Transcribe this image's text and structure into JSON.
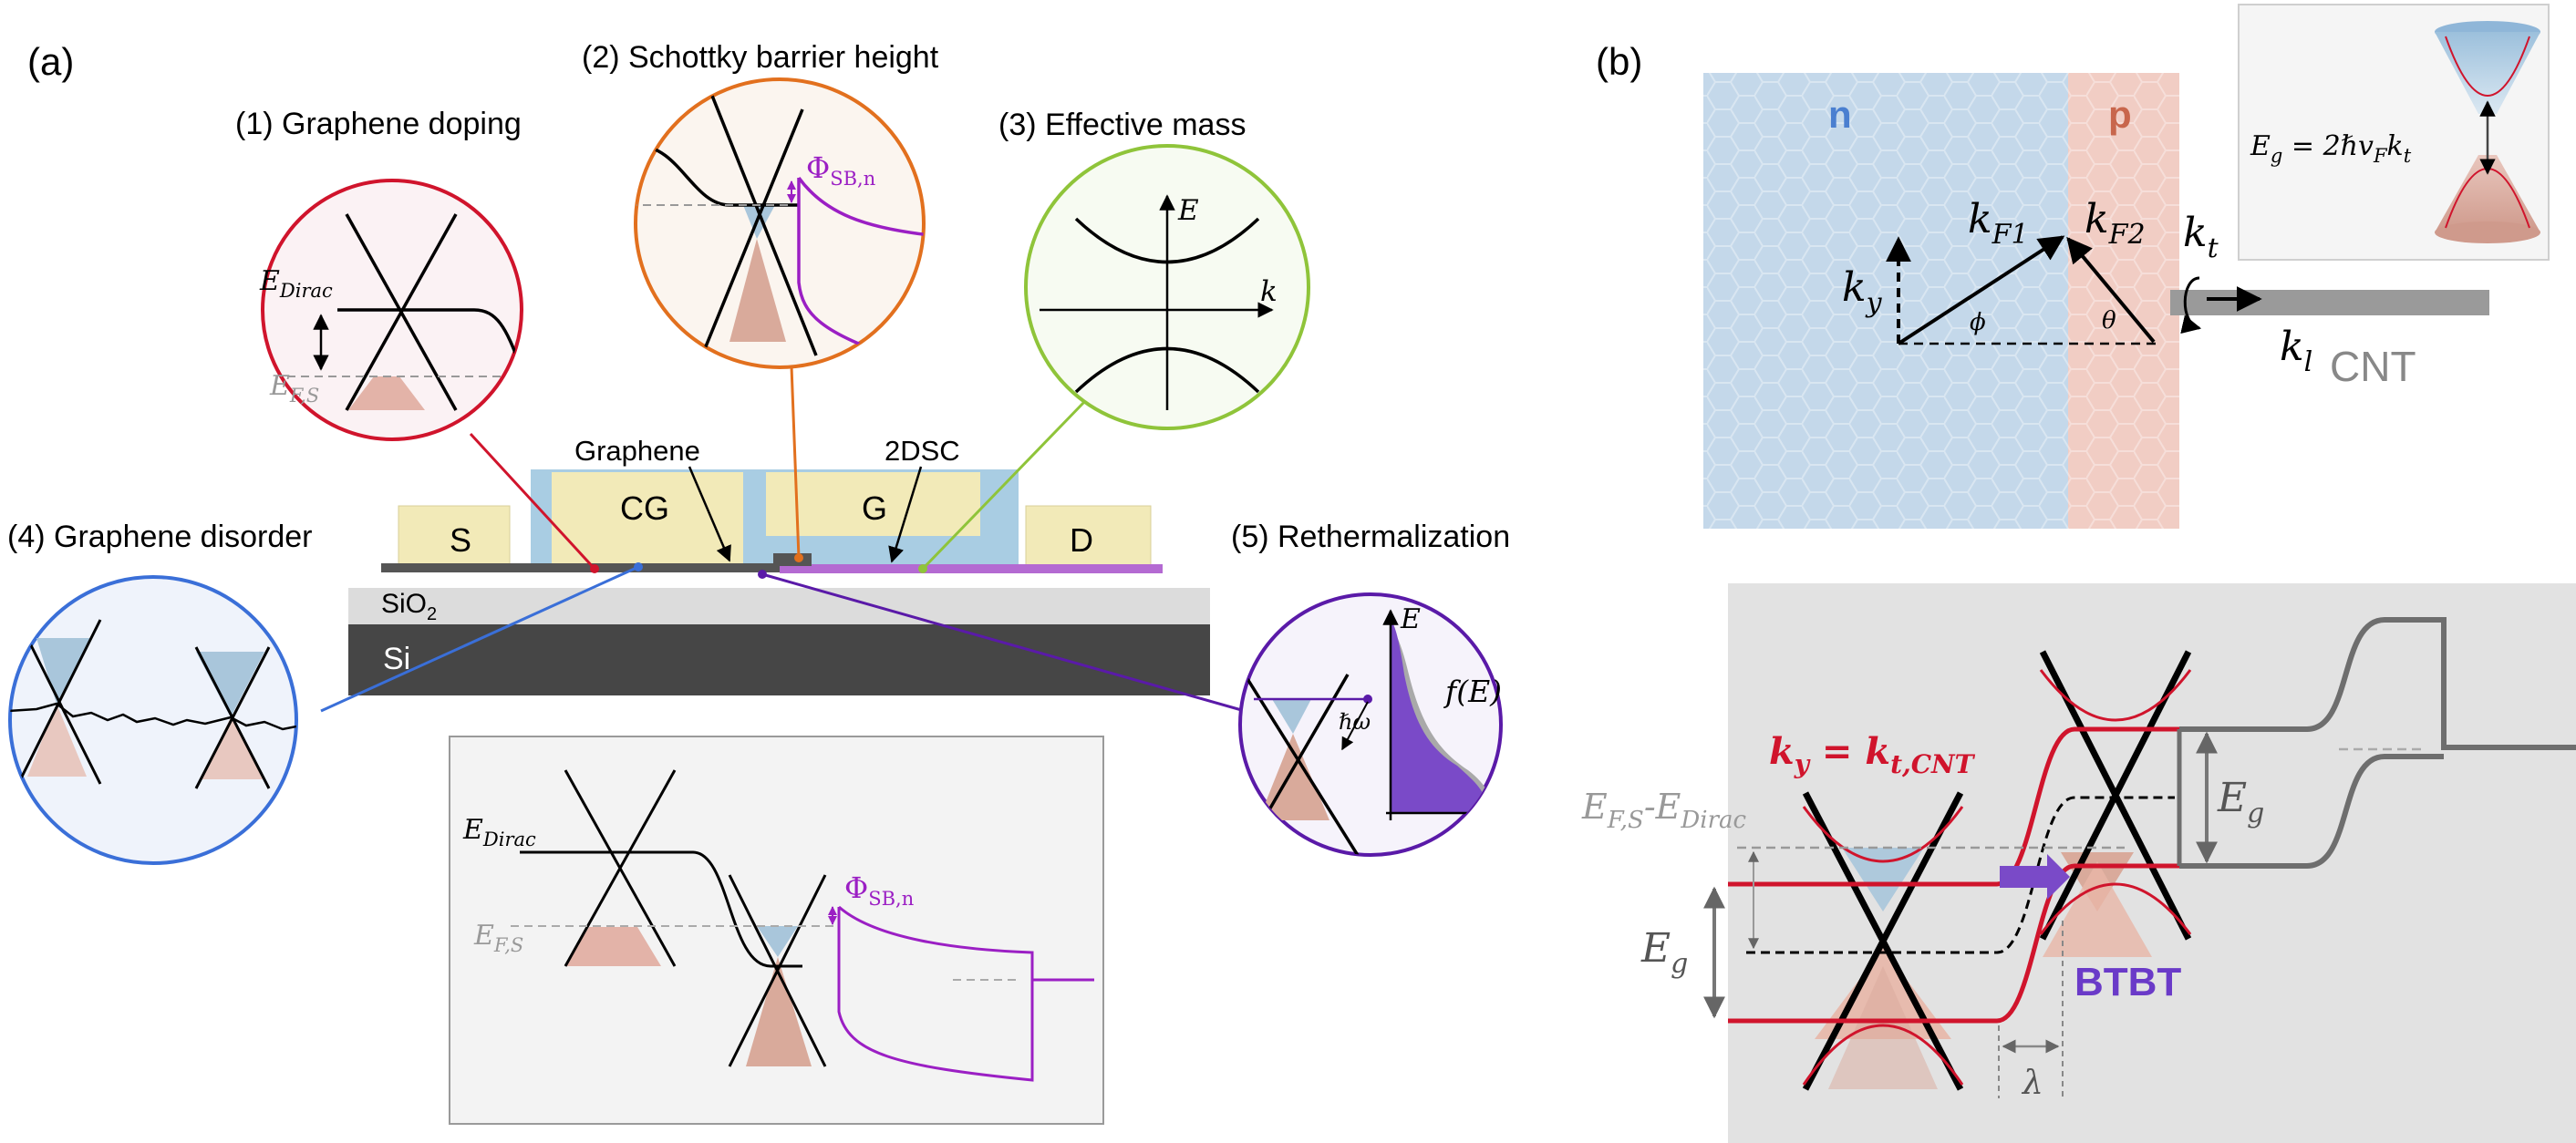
{
  "panel_a": {
    "label": "(a)",
    "callouts": {
      "doping": "(1) Graphene doping",
      "schottky": "(2) Schottky barrier height",
      "mass": "(3) Effective mass",
      "disorder": "(4) Graphene disorder",
      "retherm": "(5) Rethermalization"
    },
    "device": {
      "source": "S",
      "cg": "CG",
      "gate": "G",
      "drain": "D",
      "graphene": "Graphene",
      "tdsc": "2DSC",
      "sio2_main": "SiO",
      "sio2_sub": "2",
      "si": "Si"
    },
    "bubble1": {
      "e_dirac": "E",
      "e_dirac_sub": "Dirac",
      "e_fs": "E",
      "e_fs_sub": "F,S"
    },
    "bubble2": {
      "phi": "Φ",
      "phi_sub": "SB,n"
    },
    "bubble3": {
      "e_axis": "E",
      "k_axis": "k"
    },
    "bubble5": {
      "e_axis": "E",
      "fe": "f(E)",
      "hw": "ℏω"
    },
    "inset": {
      "e_dirac": "E",
      "e_dirac_sub": "Dirac",
      "e_fs": "E",
      "e_fs_sub": "F,S",
      "phi": "Φ",
      "phi_sub": "SB,n"
    }
  },
  "panel_b": {
    "label": "(b)",
    "n": "n",
    "p": "p",
    "kf1": "k",
    "kf1_sub": "F1",
    "kf2": "k",
    "kf2_sub": "F2",
    "ky": "k",
    "ky_sub": "y",
    "phi": "ϕ",
    "theta": "θ",
    "kt": "k",
    "kt_sub": "t",
    "kl": "k",
    "kl_sub": "l",
    "cnt": "CNT",
    "eg_formula": "E",
    "eg_formula_sub": "g",
    "eg_formula_rhs": " = 2ℏv",
    "eg_formula_vf_sub": "F",
    "eg_formula_k": "k",
    "eg_formula_k_sub": "t",
    "band": {
      "ky_kt": "k",
      "ky_kt_sub1": "y",
      "ky_kt_eq": " = k",
      "ky_kt_sub2": "t,CNT",
      "efs": "E",
      "efs_sub": "F,S",
      "dash": "-E",
      "edirac_sub": "Dirac",
      "eg_left": "E",
      "eg_left_sub": "g",
      "eg_right": "E",
      "eg_right_sub": "g",
      "btbt": "BTBT",
      "lambda": "λ"
    }
  },
  "colors": {
    "red": "#d0142c",
    "orange": "#e2701e",
    "green": "#8fc43a",
    "blue": "#3a6fd8",
    "purple": "#5a1aa8",
    "violet": "#a020c8",
    "n_region": "#c4d8ea",
    "p_region": "#f1cdc4",
    "metal": "#f2eab8",
    "hbn": "#a9cde3"
  }
}
